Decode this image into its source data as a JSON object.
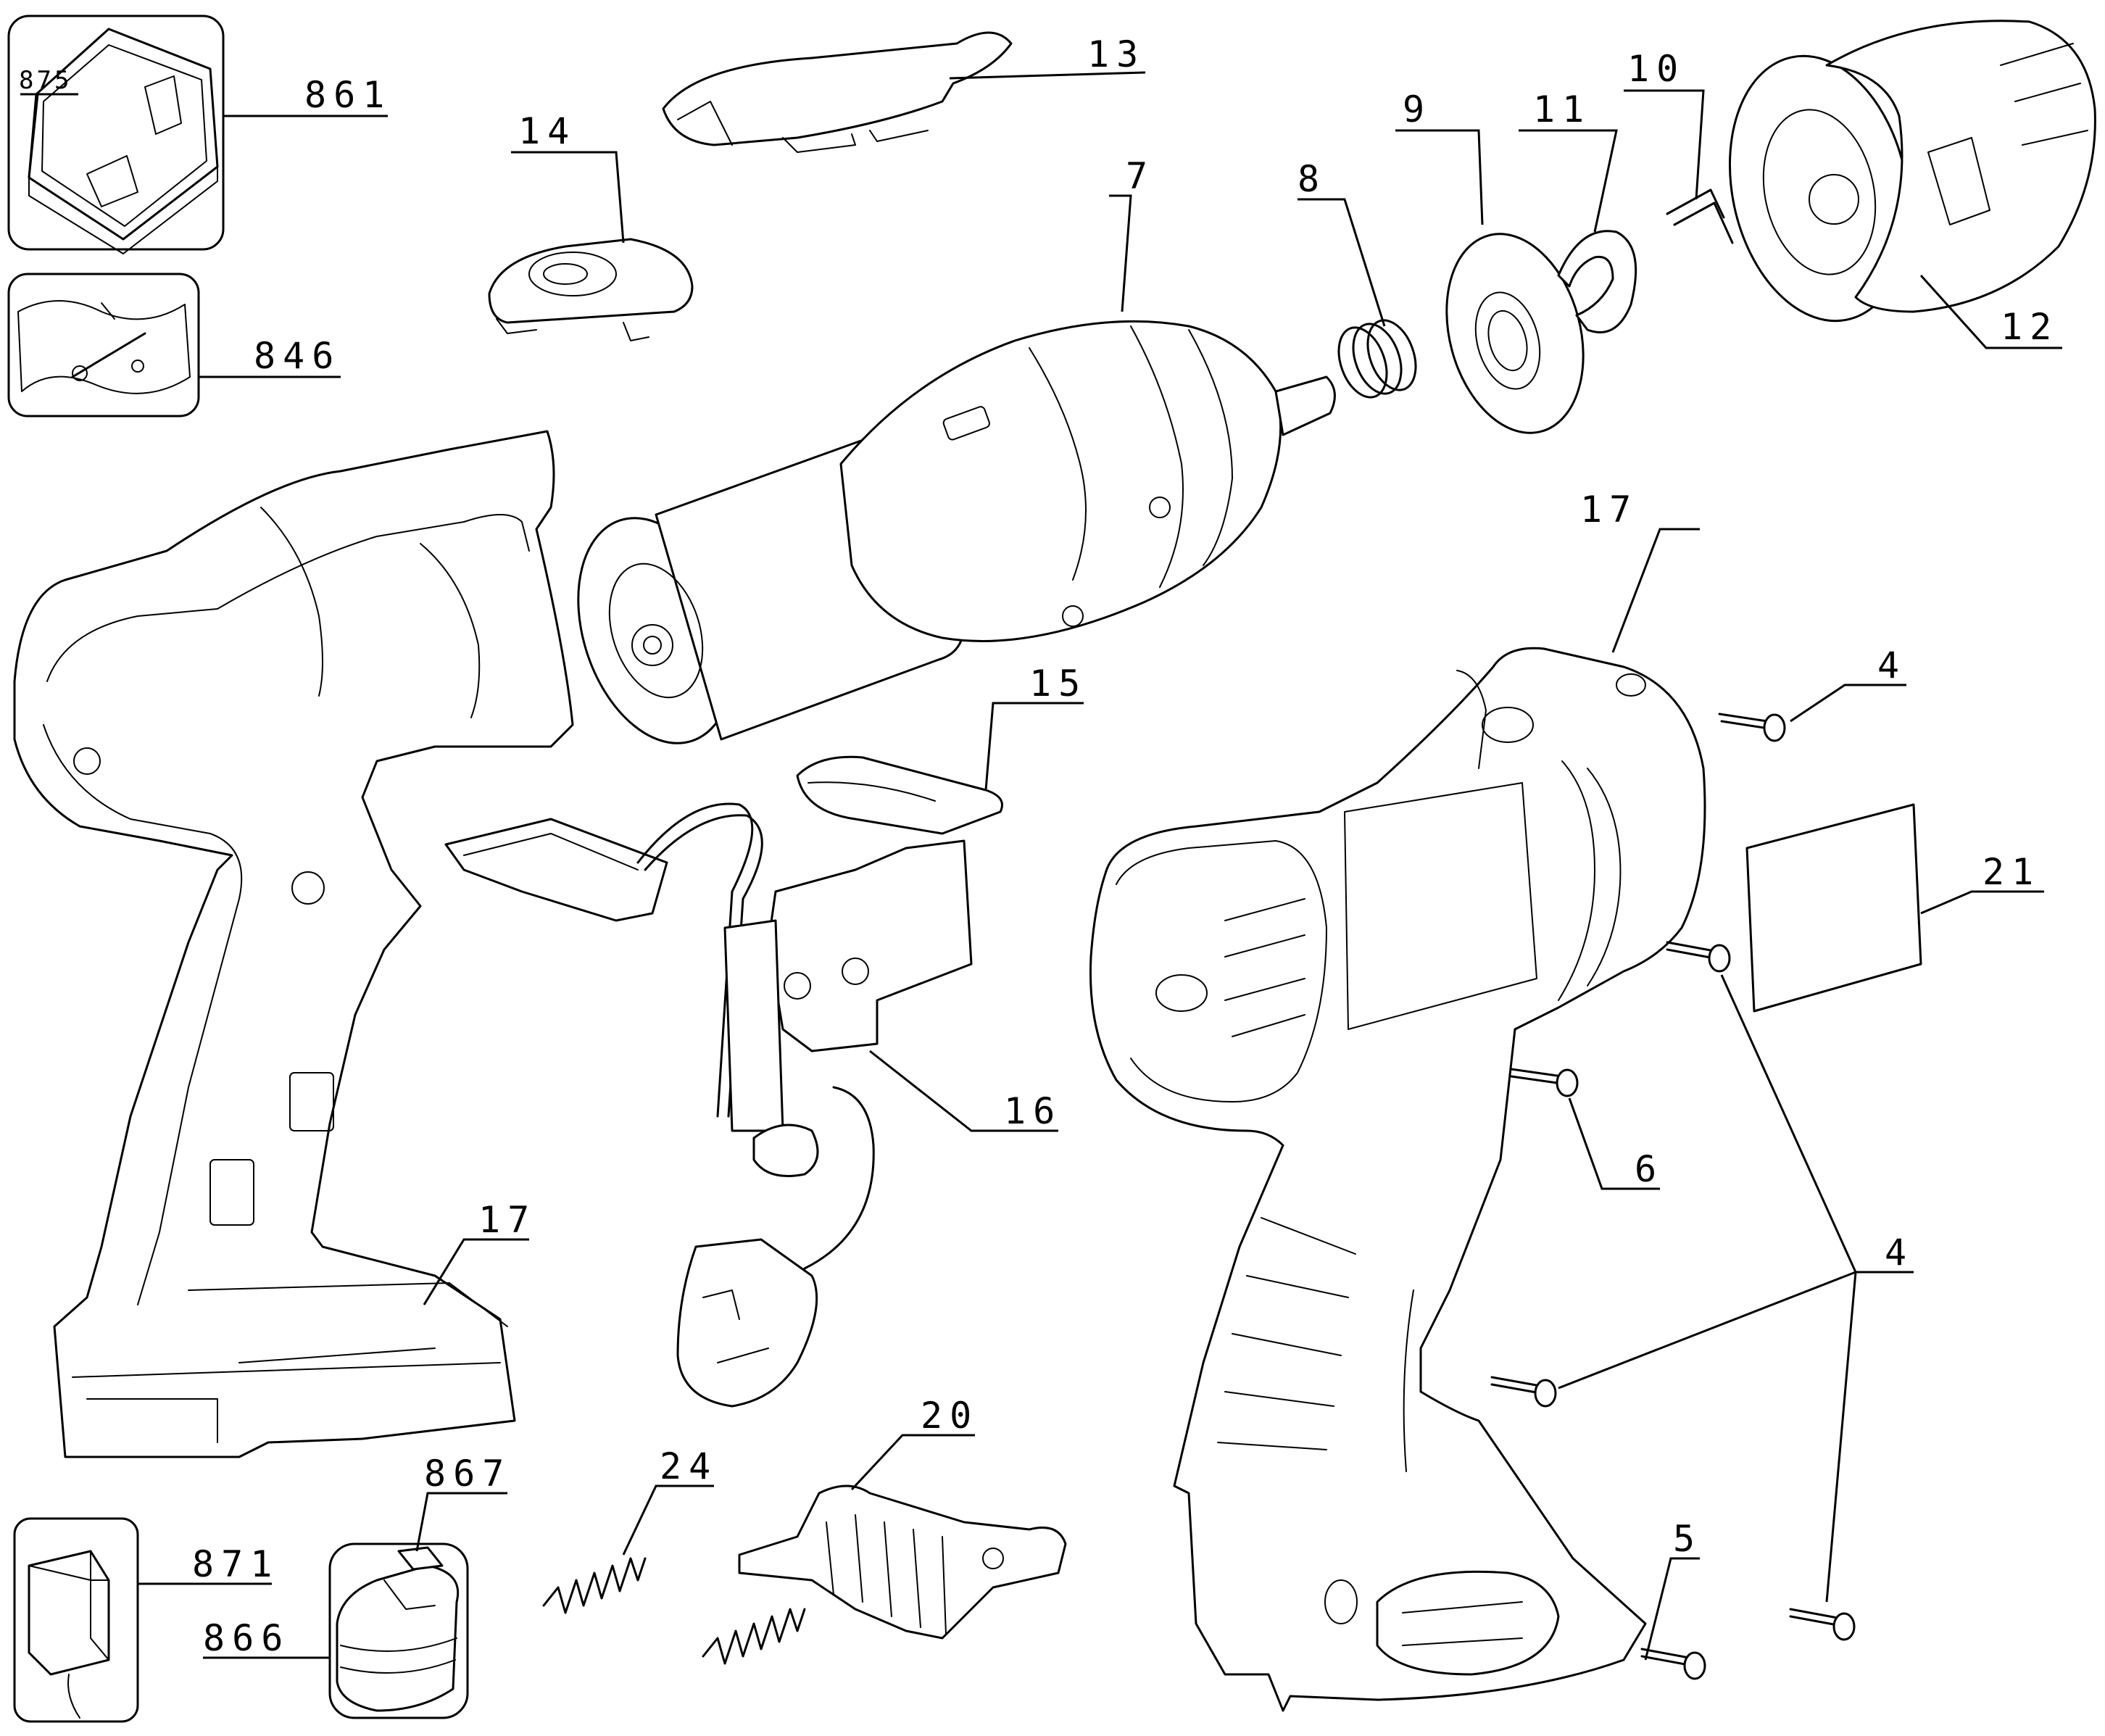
{
  "parts": {
    "p861": "861",
    "p875": "875",
    "p846": "846",
    "p13": "13",
    "p14": "14",
    "p7": "7",
    "p8": "8",
    "p9": "9",
    "p11": "11",
    "p10": "10",
    "p12": "12",
    "p17_right": "17",
    "p4_top": "4",
    "p15": "15",
    "p21": "21",
    "p16": "16",
    "p6": "6",
    "p17_left": "17",
    "p4_bottom": "4",
    "p20": "20",
    "p24": "24",
    "p867": "867",
    "p871": "871",
    "p866": "866",
    "p5": "5"
  }
}
